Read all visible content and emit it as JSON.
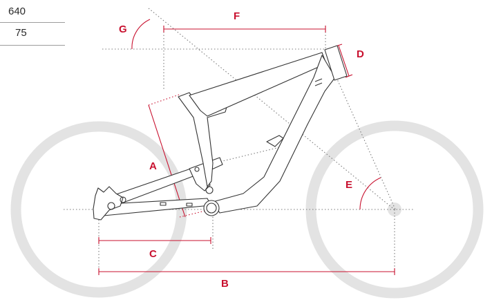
{
  "spec_table": {
    "rows": [
      "640",
      "75"
    ]
  },
  "dimensions": {
    "A": "A",
    "B": "B",
    "C": "C",
    "D": "D",
    "E": "E",
    "F": "F",
    "G": "G"
  },
  "colors": {
    "dimension": "#c8102e",
    "wheel": "#e3e3e3",
    "frame": "#333333"
  }
}
